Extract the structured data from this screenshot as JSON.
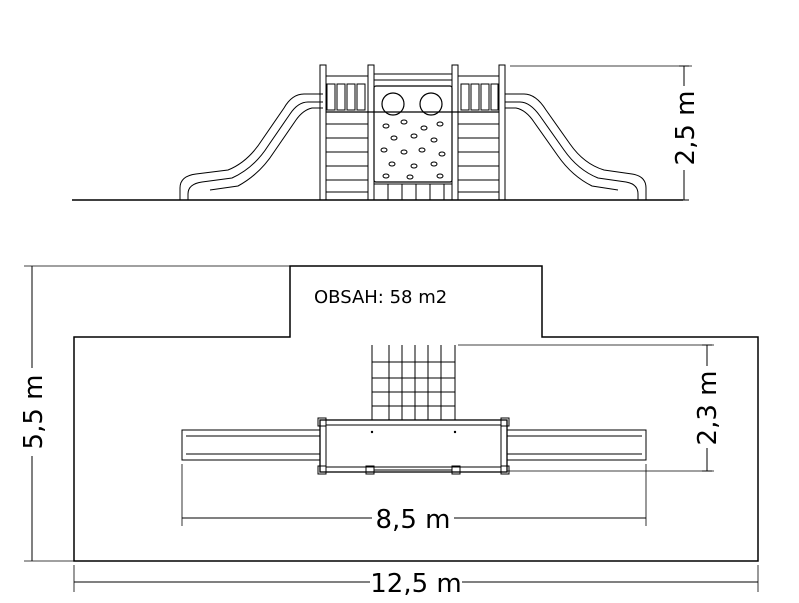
{
  "area_label": "OBSAH: 58 m2",
  "dimensions": {
    "side_height": "2,5 m",
    "plan_depth": "5,5 m",
    "tower_depth": "2,3 m",
    "equipment_length": "8,5 m",
    "zone_length": "12,5 m"
  },
  "colors": {
    "line": "#000000",
    "background": "#ffffff"
  }
}
